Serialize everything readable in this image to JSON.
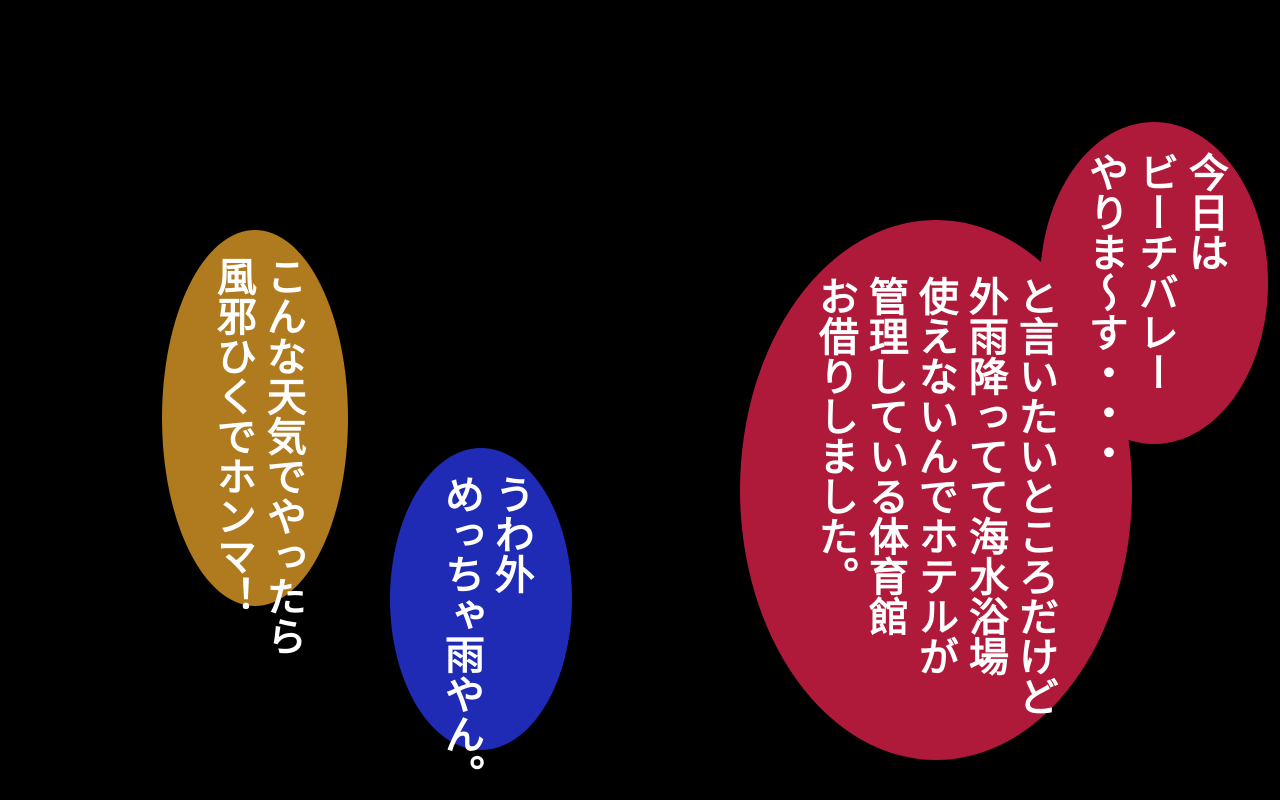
{
  "colors": {
    "background": "#000000",
    "bubble_brown": "#b07a1e",
    "bubble_blue": "#1f2bb5",
    "bubble_red": "#b01a3a",
    "text": "#ffffff"
  },
  "bubbles": {
    "top_right": {
      "lines": [
        "今日は",
        "ビーチバレー",
        "やりま～す・・・"
      ]
    },
    "large_red": {
      "lines": [
        "と言いたいところだけど",
        "外雨降ってて海水浴場",
        "使えないんでホテルが",
        "管理している体育館",
        "お借りしました。"
      ]
    },
    "brown": {
      "lines": [
        "こんな天気でやったら",
        "風邪ひくでホンマ！"
      ]
    },
    "blue": {
      "lines": [
        "うわ外",
        "めっちゃ雨やん。"
      ]
    }
  }
}
